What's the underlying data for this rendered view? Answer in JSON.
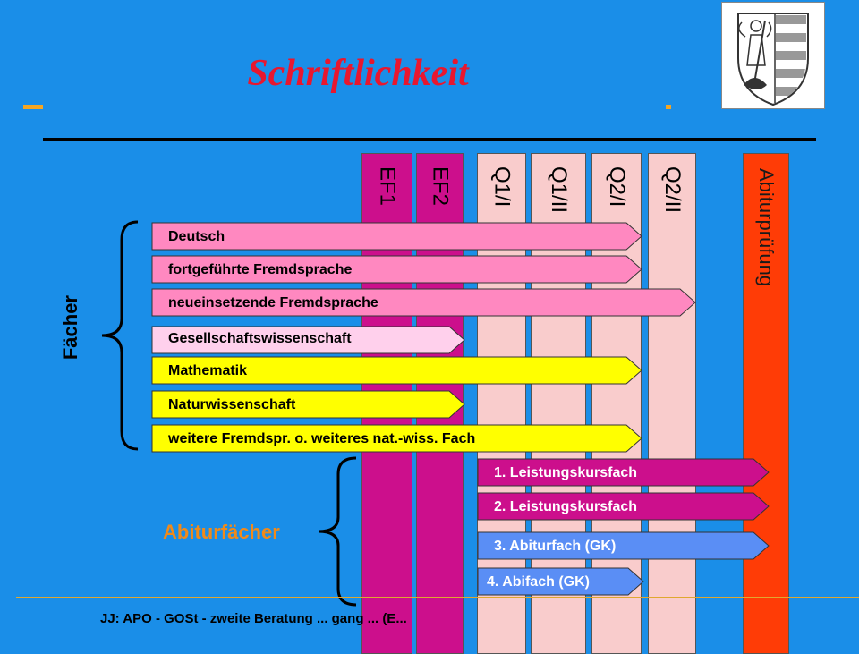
{
  "title": "Schriftlichkeit",
  "footer": "JJ: APO - GOSt - zweite Beratung ... gang ... (E...",
  "columns": [
    {
      "label": "EF1",
      "color": "#cc0f8c"
    },
    {
      "label": "EF2",
      "color": "#cc0f8c"
    },
    {
      "label": "Q1/I",
      "color": "#f9cccc"
    },
    {
      "label": "Q1/II",
      "color": "#f9cccc"
    },
    {
      "label": "Q2/I",
      "color": "#f9cccc"
    },
    {
      "label": "Q2/II",
      "color": "#f9cccc"
    }
  ],
  "abitur_column": {
    "label": "Abiturprüfung",
    "color": "#ff3c06"
  },
  "groups": {
    "faecher": "Fächer",
    "abiturfaecher": "Abiturfächer"
  },
  "subjects": [
    {
      "label": "Deutsch",
      "color": "#ff88c0"
    },
    {
      "label": "fortgeführte Fremdsprache",
      "color": "#ff88c0"
    },
    {
      "label": "neueinsetzende Fremdsprache",
      "color": "#ff88c0"
    },
    {
      "label": "Gesellschaftswissenschaft",
      "color": "#ffd0ec"
    },
    {
      "label": "Mathematik",
      "color": "#ffff00"
    },
    {
      "label": "Naturwissenschaft",
      "color": "#ffff00"
    },
    {
      "label": "weitere Fremdspr. o. weiteres nat.-wiss. Fach",
      "color": "#ffff00"
    }
  ],
  "abitur_subjects": [
    {
      "label": "1. Leistungskursfach",
      "color": "#cc0f8c"
    },
    {
      "label": "2. Leistungskursfach",
      "color": "#cc0f8c"
    },
    {
      "label": "3. Abiturfach (GK)",
      "color": "#5a8ef5"
    },
    {
      "label": "4. Abifach (GK)",
      "color": "#5a8ef5"
    }
  ],
  "colors": {
    "background": "#1a8ee8",
    "title": "#e8172f",
    "accent_orange": "#f5a623"
  }
}
